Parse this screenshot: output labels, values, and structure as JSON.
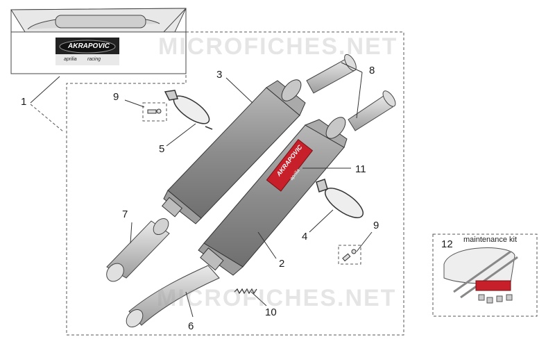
{
  "watermarks": [
    "MICROFICHES.NET",
    "MICROFICHES.NET"
  ],
  "box_logo": {
    "brand": "AKRAPOVIC",
    "sub_left": "aprilia",
    "sub_right": "racing"
  },
  "muffler_logo": {
    "brand": "AKRAPOVIC",
    "sub": "aprilia"
  },
  "callouts": {
    "c1": "1",
    "c2": "2",
    "c3": "3",
    "c4": "4",
    "c5": "5",
    "c6": "6",
    "c7": "7",
    "c8": "8",
    "c9a": "9",
    "c9b": "9",
    "c10": "10",
    "c11": "11",
    "c12": "12"
  },
  "maintenance_kit": {
    "title": "maintenance kit"
  },
  "colors": {
    "muffler": "#9a9a9a",
    "muffler_dark": "#7a7a7a",
    "pipe": "#cfcfcf",
    "logo_red": "#c8202a",
    "line": "#333333"
  }
}
